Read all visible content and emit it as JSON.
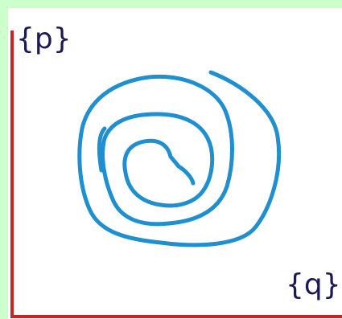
{
  "labels": {
    "y_axis": "{p}",
    "x_axis": "{q}"
  },
  "colors": {
    "background": "#ccffcc",
    "panel": "#ffffff",
    "axes": "#cc2222",
    "labels": "#1a1a55",
    "spiral": "#1f8fd0"
  },
  "icons": {
    "curve": "spiral-trajectory"
  }
}
